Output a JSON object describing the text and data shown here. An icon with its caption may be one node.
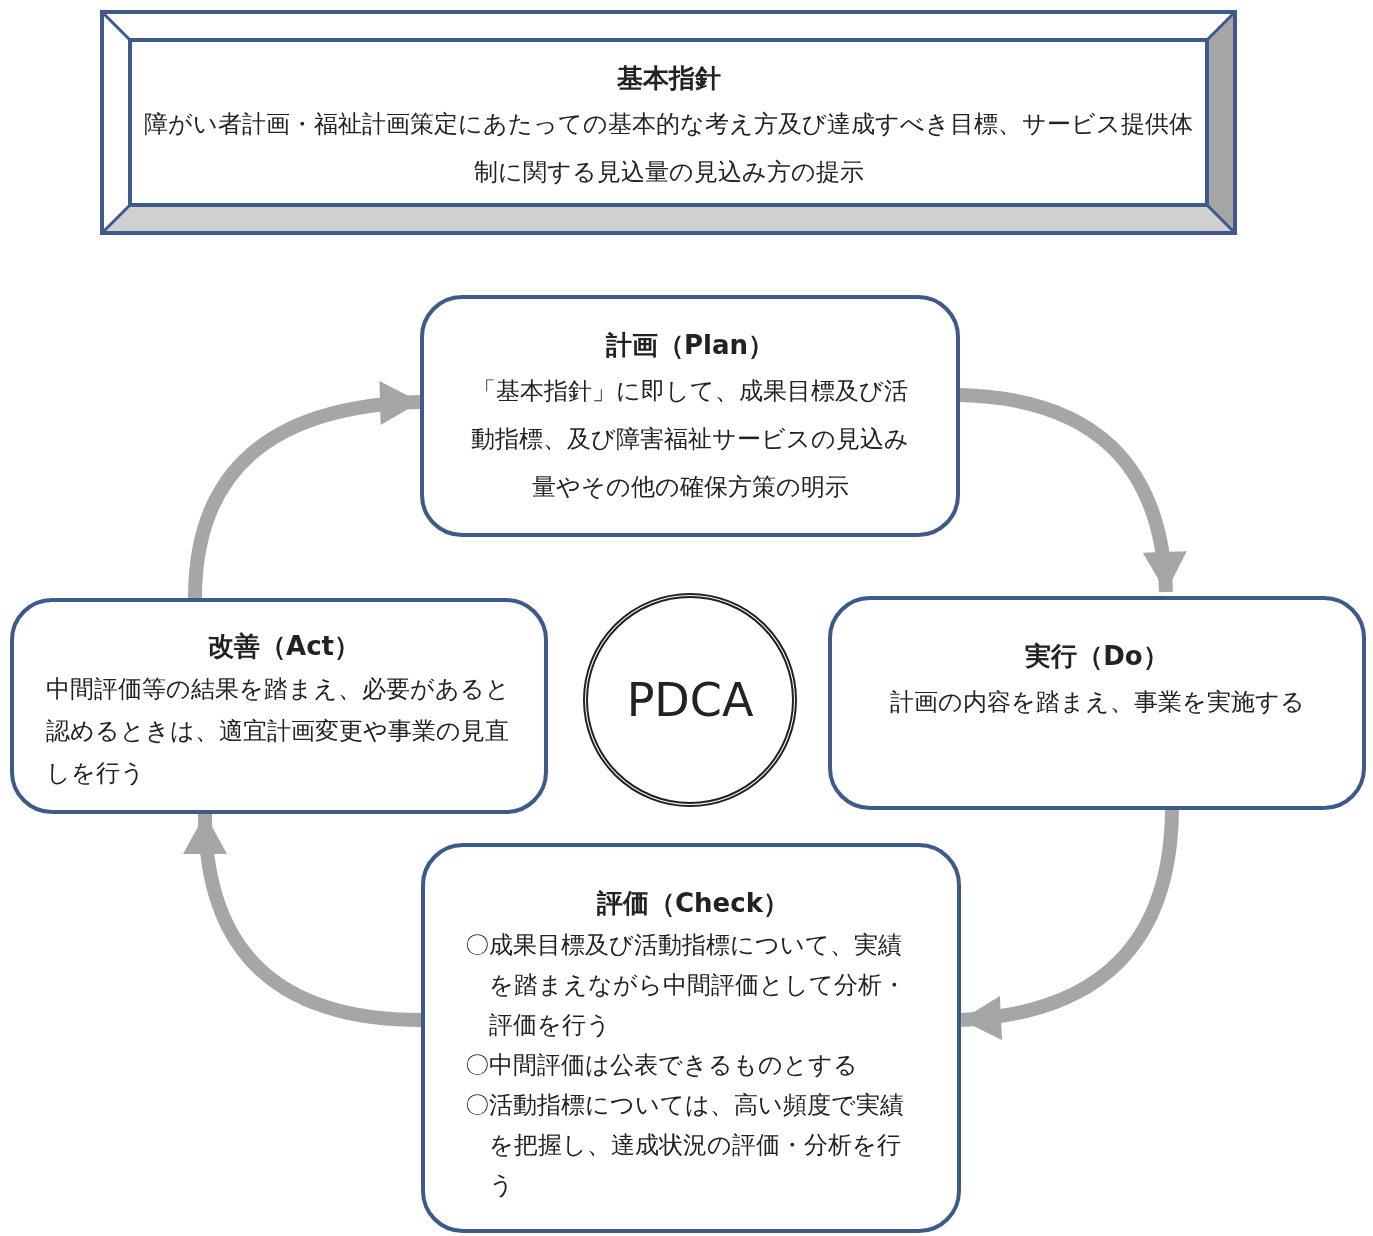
{
  "diagram": {
    "nodes": [
      {
        "text": [
          "基本指針",
          "障がい者計画・福祉計画策定にあたっての基本的な考え方及び達成すべき目標、サービス提供体制に関する見込量の見込み方の提示"
        ]
      },
      {
        "text": [
          "計画（Plan）",
          "「基本指針」に即して、成果目標及び活動指標、及び障害福祉サービスの見込み量やその他の確保方策の明示"
        ]
      },
      {
        "text": [
          "実行（Do）",
          "計画の内容を踏まえ、事業を実施する"
        ]
      },
      {
        "text": [
          "評価（Check）",
          "〇成果目標及び活動指標について、実績を踏まえながら中間評価として分析・評価を行う",
          "〇中間評価は公表できるものとする",
          "〇活動指標については、高い頻度で実績を把握し、達成状況の評価・分析を行う"
        ]
      },
      {
        "text": [
          "改善（Act）",
          "中間評価等の結果を踏まえ、必要があると認めるときは、適宜計画変更や事業の見直しを行う"
        ]
      },
      {
        "text": [
          "PDCA"
        ]
      }
    ],
    "edges": [
      {
        "from": 1,
        "to": 2,
        "arrow": "to"
      },
      {
        "from": 2,
        "to": 3,
        "arrow": "to"
      },
      {
        "from": 3,
        "to": 4,
        "arrow": "to"
      },
      {
        "from": 4,
        "to": 1,
        "arrow": "to"
      }
    ]
  }
}
